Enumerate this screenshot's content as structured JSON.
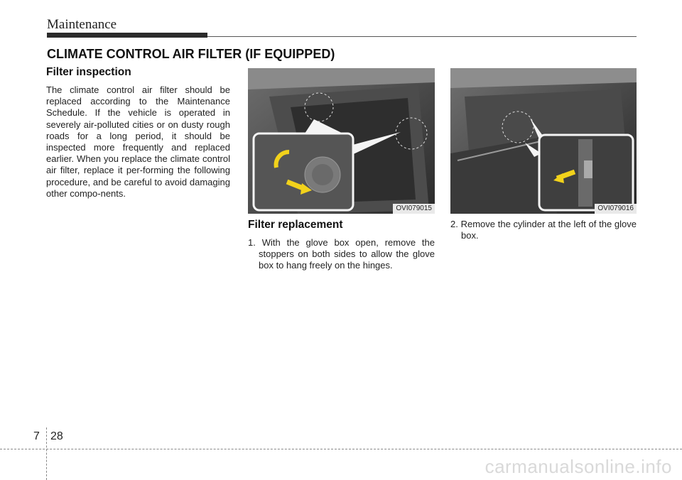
{
  "header": {
    "title": "Maintenance"
  },
  "section": {
    "title": "CLIMATE CONTROL AIR FILTER (IF EQUIPPED)"
  },
  "inspection": {
    "heading": "Filter inspection",
    "body": "The climate control air filter should be replaced according to the Maintenance Schedule. If the vehicle is operated in severely air-polluted cities or on dusty rough roads for a long period, it should be inspected more frequently and replaced earlier. When you replace the climate control air filter, replace it per-forming the following procedure, and be careful to avoid damaging other compo-nents."
  },
  "figures": [
    {
      "code": "OVI079015"
    },
    {
      "code": "OVI079016"
    }
  ],
  "replacement": {
    "heading": "Filter replacement",
    "step1": "1. With the glove box open, remove the stoppers on both sides to allow the glove box to hang freely on the hinges.",
    "step2": "2. Remove the cylinder at the left of the glove box."
  },
  "footer": {
    "chapter": "7",
    "page": "28",
    "watermark": "carmanualsonline.info"
  },
  "colors": {
    "arrow": "#f2d21b",
    "photo_dark": "#3a3a3a"
  }
}
